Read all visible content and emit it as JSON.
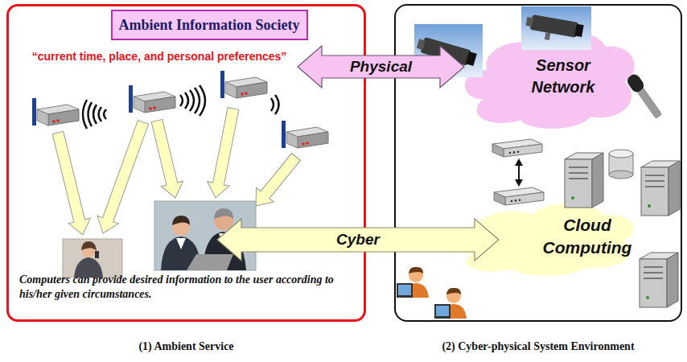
{
  "diagram": {
    "nodes": [
      {
        "text": [
          "“current time, place, and personal preferences”",
          "Computers can provide desired information to the user according to his/her given circumstances.",
          "(1) Ambient Service"
        ]
      },
      {
        "text": [
          "Ambient Information Society"
        ],
        "in": 0
      },
      {
        "text": [
          "(2) Cyber-physical System Environment"
        ]
      },
      {
        "text": [
          "Sensor Network"
        ],
        "in": 2
      },
      {
        "text": [
          "Cloud Computing"
        ],
        "in": 2
      }
    ],
    "edges": [
      {
        "from": 0,
        "to": 3,
        "label": "Physical",
        "arrow": "both"
      },
      {
        "from": 0,
        "to": 4,
        "label": "Cyber",
        "arrow": "both"
      },
      {
        "from": 3,
        "to": 4,
        "arrow": "both"
      }
    ]
  }
}
